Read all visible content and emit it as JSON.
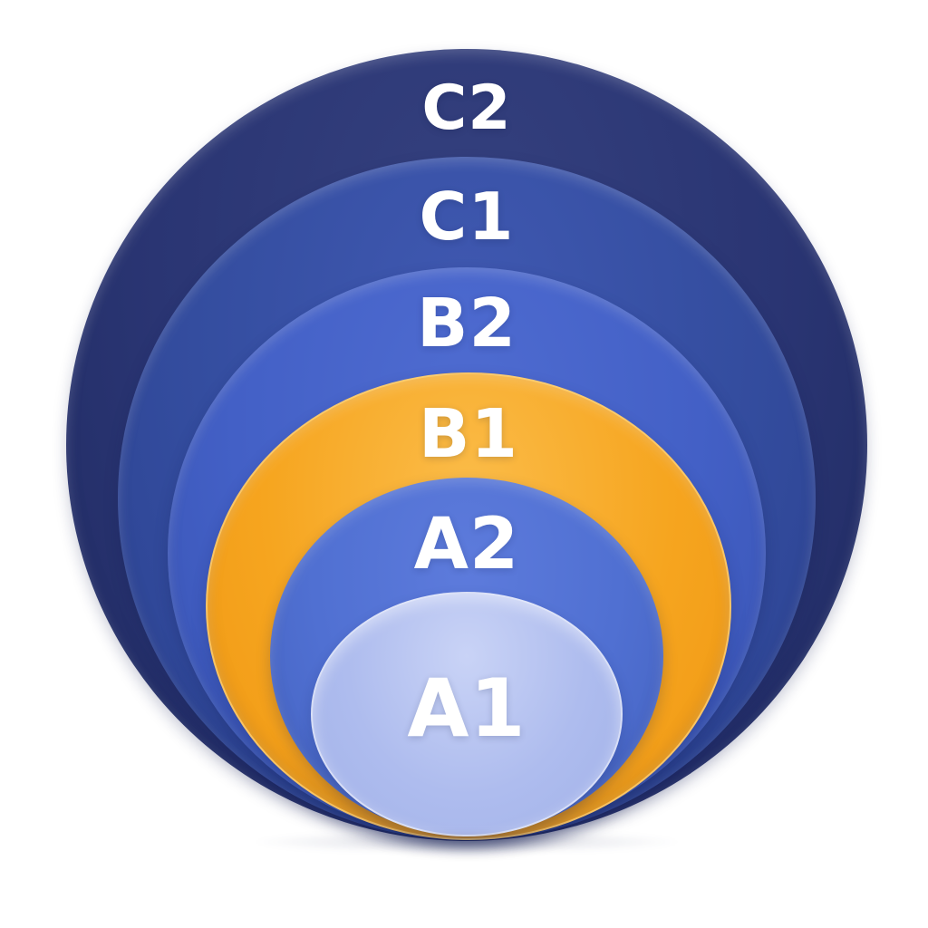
{
  "diagram": {
    "kind": "nested-circles",
    "background_color": "#ffffff",
    "label_color": "#ffffff",
    "levels": [
      {
        "label": "C2",
        "color": "#2a3573",
        "gradient_light": "#35417f",
        "gradient_dark": "#1f2a61"
      },
      {
        "label": "C1",
        "color": "#344d9f",
        "gradient_light": "#4059b2",
        "gradient_dark": "#2b4190"
      },
      {
        "label": "B2",
        "color": "#4360c6",
        "gradient_light": "#4f6cd1",
        "gradient_dark": "#3853b2"
      },
      {
        "label": "B1",
        "color": "#f6a51f",
        "gradient_light": "#fbbc49",
        "gradient_dark": "#ef9713"
      },
      {
        "label": "A2",
        "color": "#5070d2",
        "gradient_light": "#5d7bdc",
        "gradient_dark": "#4462c0"
      },
      {
        "label": "A1",
        "color": "#aebcee",
        "gradient_light": "#c9d3f6",
        "gradient_dark": "#a2b2e9"
      }
    ]
  }
}
